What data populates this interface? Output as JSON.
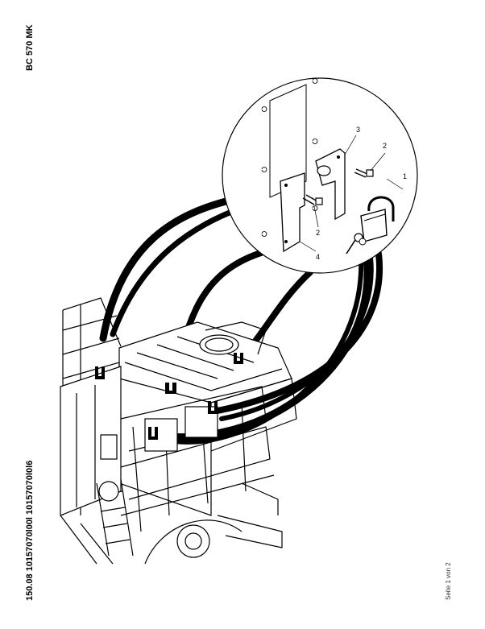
{
  "header": {
    "model": "BC 570 MK"
  },
  "side_label": {
    "part_numbers": "150.08 10157070l00l 10157070l0l6"
  },
  "footer": {
    "page": "Seite 1 von 2"
  },
  "callouts": [
    "1",
    "2",
    "2",
    "3",
    "4"
  ]
}
